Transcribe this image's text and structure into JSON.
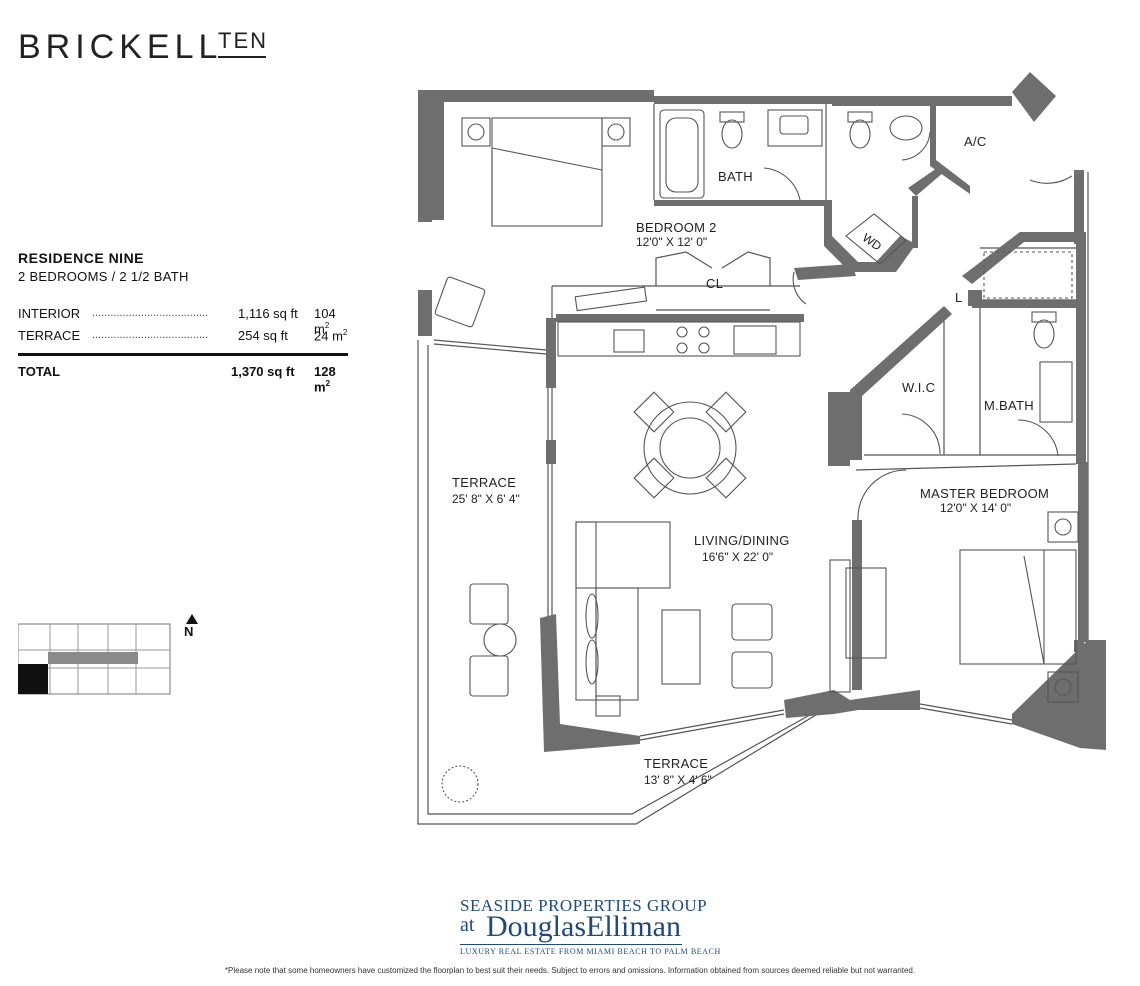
{
  "brand": {
    "name": "BRICKELL",
    "suffix": "TEN"
  },
  "residence": {
    "title": "RESIDENCE NINE",
    "subtitle": "2 BEDROOMS / 2 1/2 BATH",
    "rows": [
      {
        "label": "INTERIOR",
        "dots": "......................................",
        "sqft": "1,116 sq ft",
        "sqm": "104 m",
        "sup": "2"
      },
      {
        "label": "TERRACE",
        "dots": "......................................",
        "sqft": "254 sq ft",
        "sqm": "24 m",
        "sup": "2"
      }
    ],
    "total": {
      "label": "TOTAL",
      "sqft": "1,370 sq ft",
      "sqm": "128 m",
      "sup": "2"
    }
  },
  "north_label": "N",
  "rooms": {
    "bath": "BATH",
    "ac": "A/C",
    "bedroom2": {
      "name": "BEDROOM 2",
      "dim": "12'0\" X 12' 0\""
    },
    "closet": "CL",
    "wd": "WD",
    "linen": "L",
    "wic": "W.I.C",
    "mbath": "M.BATH",
    "master": {
      "name": "MASTER BEDROOM",
      "dim": "12'0\" X 14' 0\""
    },
    "living": {
      "name": "LIVING/DINING",
      "dim": "16'6\" X 22' 0\""
    },
    "terrace_west": {
      "name": "TERRACE",
      "dim": "25' 8\" X 6' 4\""
    },
    "terrace_south": {
      "name": "TERRACE",
      "dim": "13' 8\" X 4' 6\""
    }
  },
  "footer": {
    "logo_line1": "SEASIDE PROPERTIES GROUP",
    "logo_at": "at",
    "logo_line2": "DouglasElliman",
    "logo_line3": "LUXURY REAL ESTATE FROM MIAMI BEACH TO PALM BEACH",
    "disclaimer": "*Please note that some homeowners have customized the floorplan to best suit their needs. Subject to errors and omissions. Information obtained from sources deemed reliable but not warranted."
  },
  "colors": {
    "wall": "#6e6e6e",
    "line": "#555555",
    "brand_blue": "#1f4a7a"
  }
}
